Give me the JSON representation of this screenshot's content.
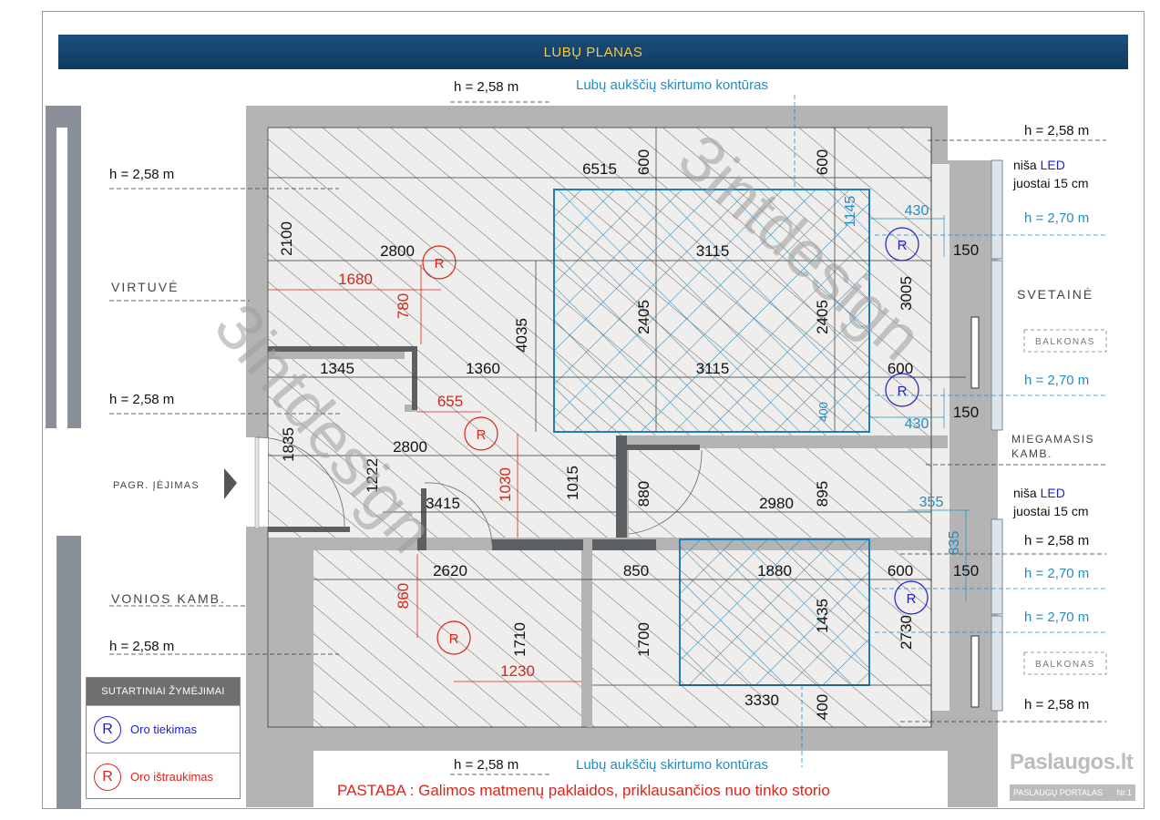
{
  "title": "LUBŲ PLANAS",
  "heights": {
    "h258": "h  =  2,58 m",
    "h270": "h  =  2,70 m"
  },
  "contour_label": "Lubų aukščių skirtumo kontūras",
  "niche": {
    "line1_prefix": "niša ",
    "line1_accent": "LED",
    "line2": "juostai 15 cm"
  },
  "rooms": {
    "kitchen": "VIRTUVĖ",
    "living": "SVETAINĖ",
    "balcony": "BALKONAS",
    "bedroom_line1": "MIEGAMASIS",
    "bedroom_line2": "KAMB.",
    "entrance": "PAGR. ĮĖJIMAS",
    "bathroom": "VONIOS KAMB."
  },
  "dims": {
    "d6515": "6515",
    "d600": "600",
    "d2100": "2100",
    "d2800": "2800",
    "d3115": "3115",
    "d1145": "1145",
    "d430": "430",
    "d150": "150",
    "d3005": "3005",
    "d4035": "4035",
    "d2405": "2405",
    "d1345": "1345",
    "d1360": "1360",
    "d1835": "1835",
    "d1222": "1222",
    "d3415": "3415",
    "d1015": "1015",
    "d880": "880",
    "d2980": "2980",
    "d895": "895",
    "d355": "355",
    "d835": "835",
    "d2620": "2620",
    "d850": "850",
    "d1880": "1880",
    "d1435": "1435",
    "d2730": "2730",
    "d1710": "1710",
    "d1700": "1700",
    "d3330": "3330",
    "d400": "400"
  },
  "red_dims": {
    "d1680": "1680",
    "d780": "780",
    "d655": "655",
    "d1030": "1030",
    "d860": "860",
    "d1230": "1230"
  },
  "vent_letter": "R",
  "watermark": "3intdesign",
  "legend": {
    "heading": "SUTARTINIAI ŽYMĖJIMAI",
    "supply": "Oro tiekimas",
    "exhaust": "Oro ištraukimas"
  },
  "note": "PASTABA : Galimos matmenų paklaidos, priklausančios nuo tinko storio",
  "brand": {
    "name": "Paslaugos.lt",
    "sub": "PASLAUGŲ PORTALAS",
    "badge": "Nr.1"
  },
  "colors": {
    "red": "#d8261a",
    "blue": "#1a1fc8",
    "cyan": "#1f8ec2",
    "navy": "#103a60",
    "gold": "#f3c94b"
  }
}
